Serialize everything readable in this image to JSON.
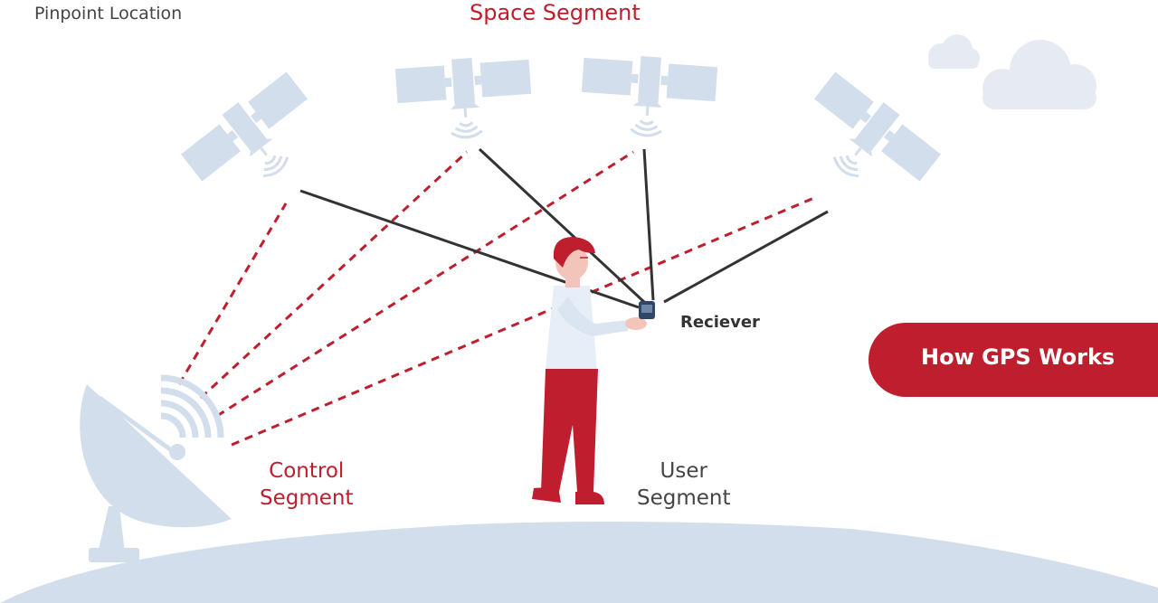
{
  "header": {
    "brand": "Pinpoint Location"
  },
  "diagram": {
    "title": "Space Segment",
    "control_segment": {
      "line1": "Control",
      "line2": "Segment"
    },
    "user_segment": {
      "line1": "User",
      "line2": "Segment"
    },
    "receiver_label": "Reciever",
    "badge_label": "How GPS Works"
  },
  "colors": {
    "accent_red": "#be1e2d",
    "light_blue": "#d3deec",
    "line_dark": "#333333"
  },
  "icons": [
    "satellite-icon",
    "satellite-dish-icon",
    "signal-waves-icon",
    "cloud-icon",
    "person-icon",
    "gps-receiver-icon"
  ]
}
